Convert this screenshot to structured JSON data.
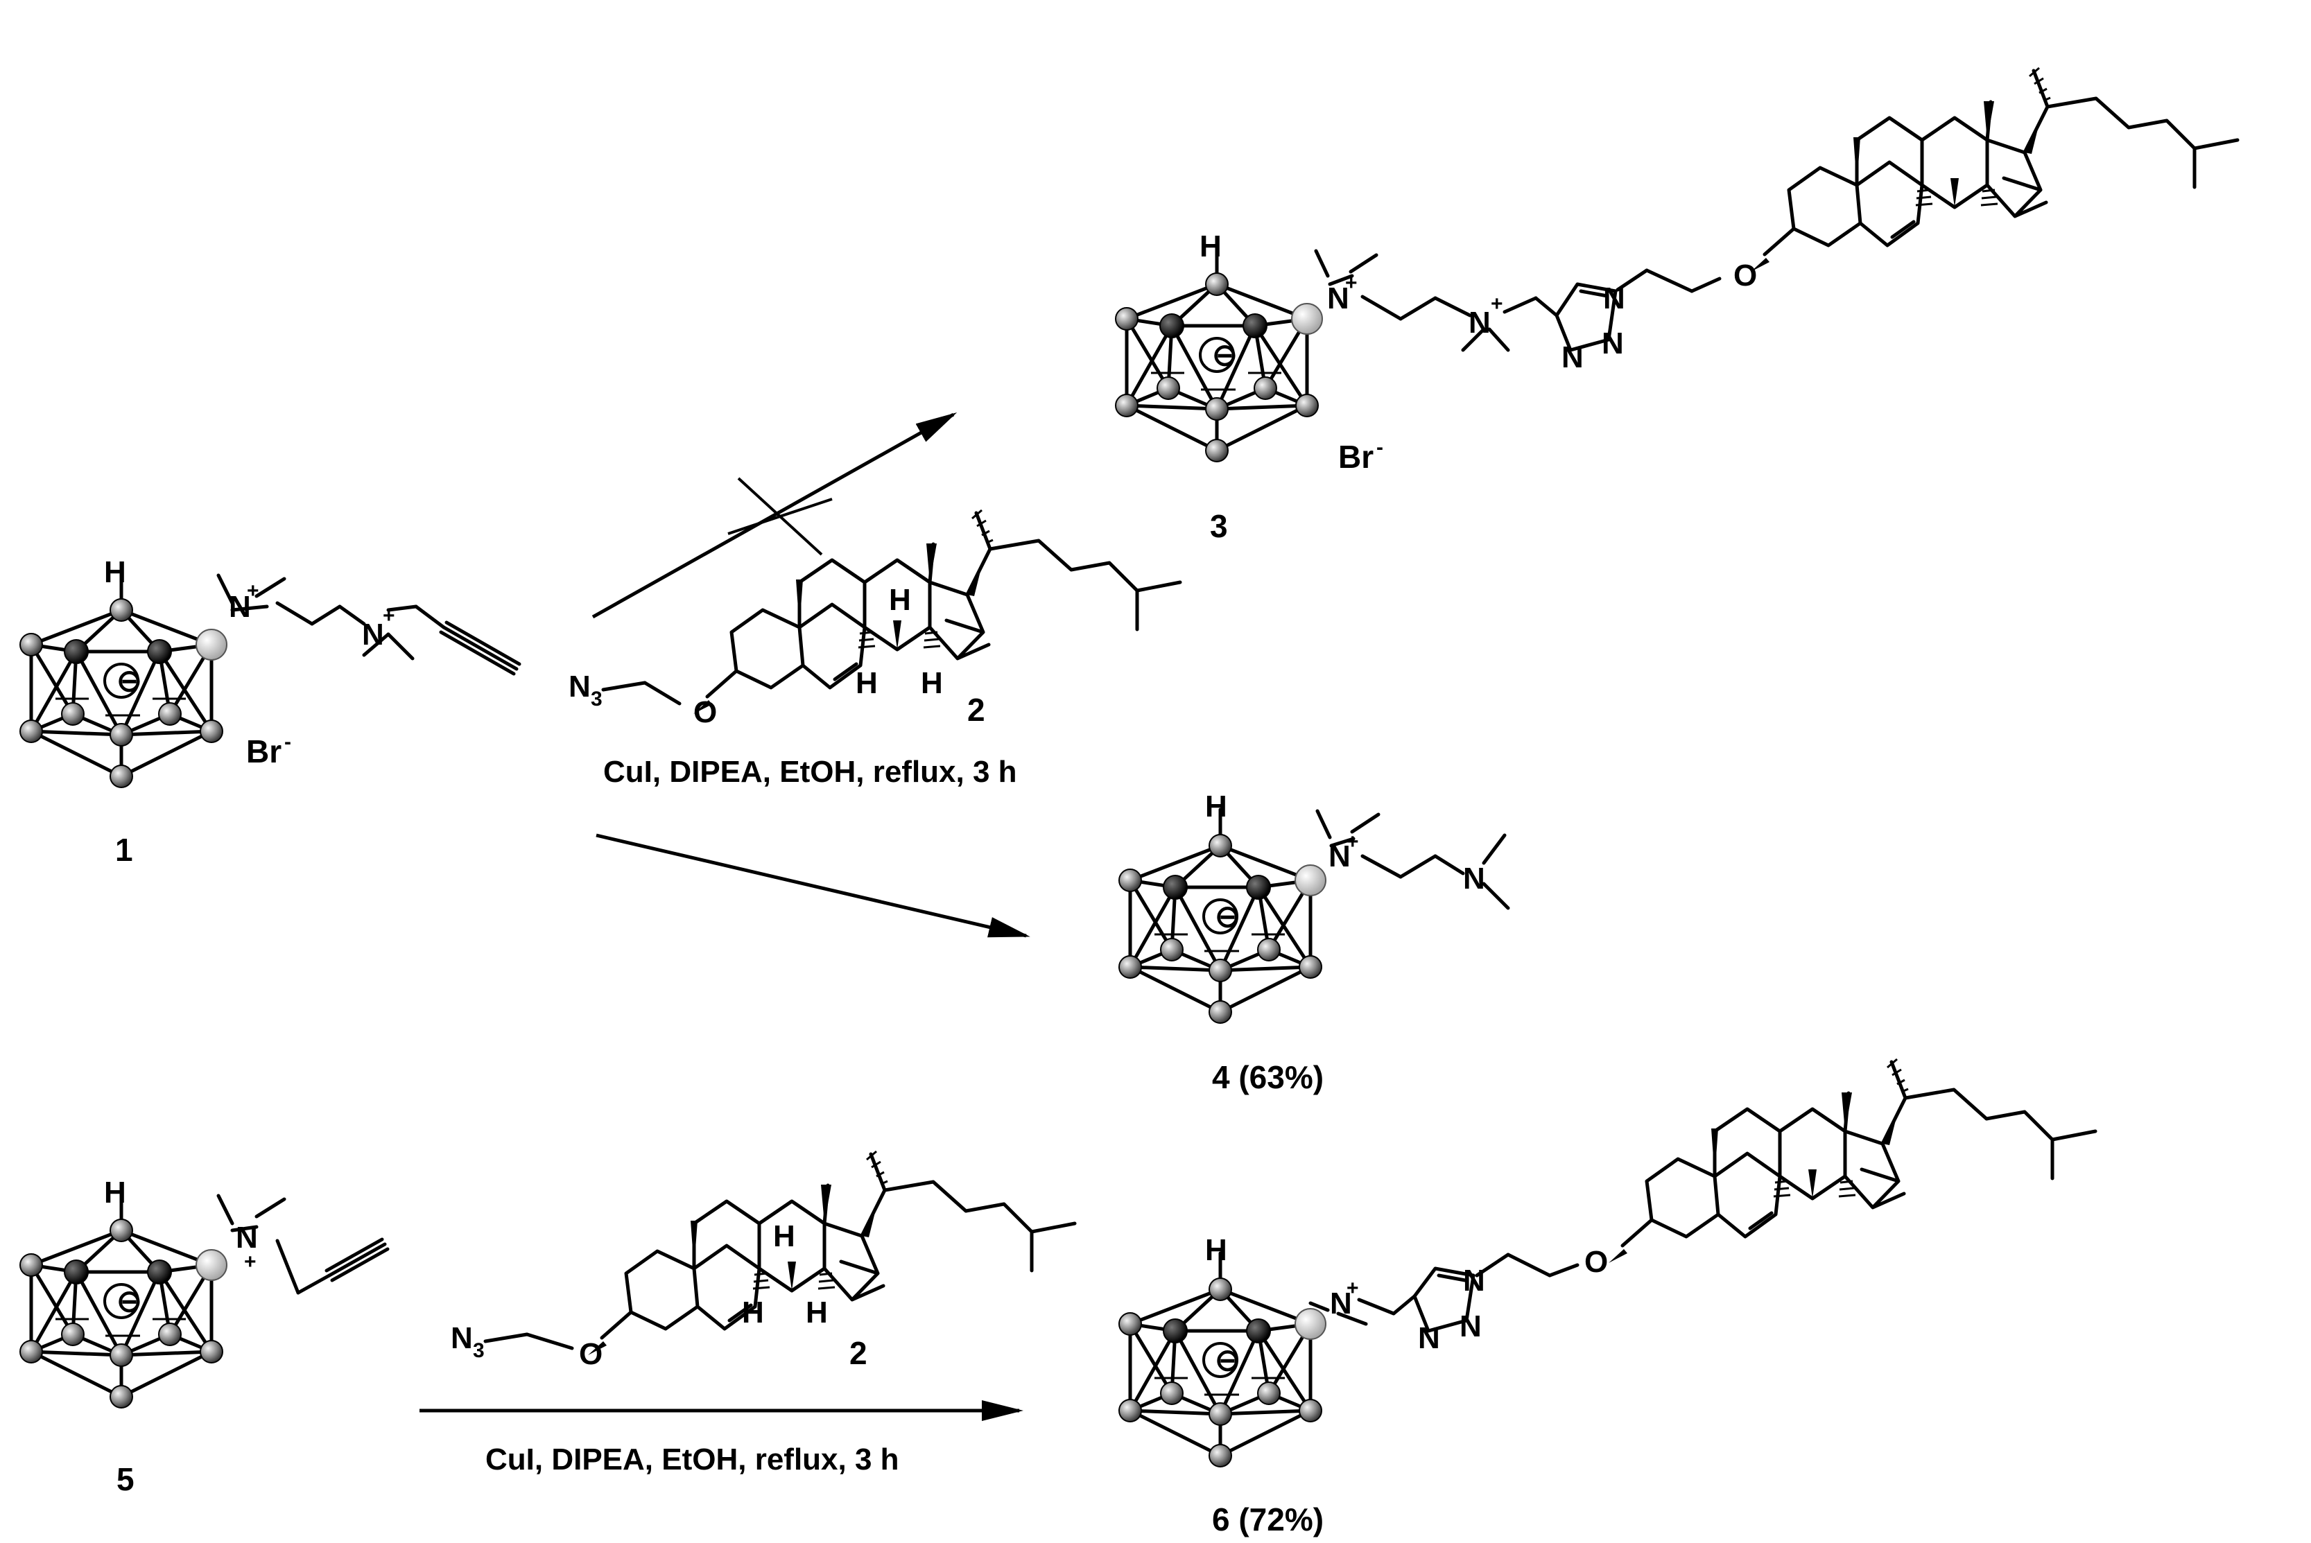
{
  "atoms": {
    "H": "H",
    "N": "N",
    "O": "O",
    "N3": "N",
    "N3_sub": "3",
    "plus": "+",
    "minus": "⊖",
    "bromide": "Br",
    "bromide_charge": "-"
  },
  "compounds": {
    "c1": "1",
    "c2": "2",
    "c3": "3",
    "c4": "4 (63%)",
    "c5": "5",
    "c6": "6 (72%)"
  },
  "reactions": {
    "top_conditions": "CuI, DIPEA, EtOH, reflux, 3 h",
    "bottom_conditions": "CuI, DIPEA, EtOH, reflux, 3 h"
  },
  "colors": {
    "carbon_atom": "#111111",
    "boron_atom": "#8a8a8a",
    "substituted_boron": "#c8c8c8"
  }
}
